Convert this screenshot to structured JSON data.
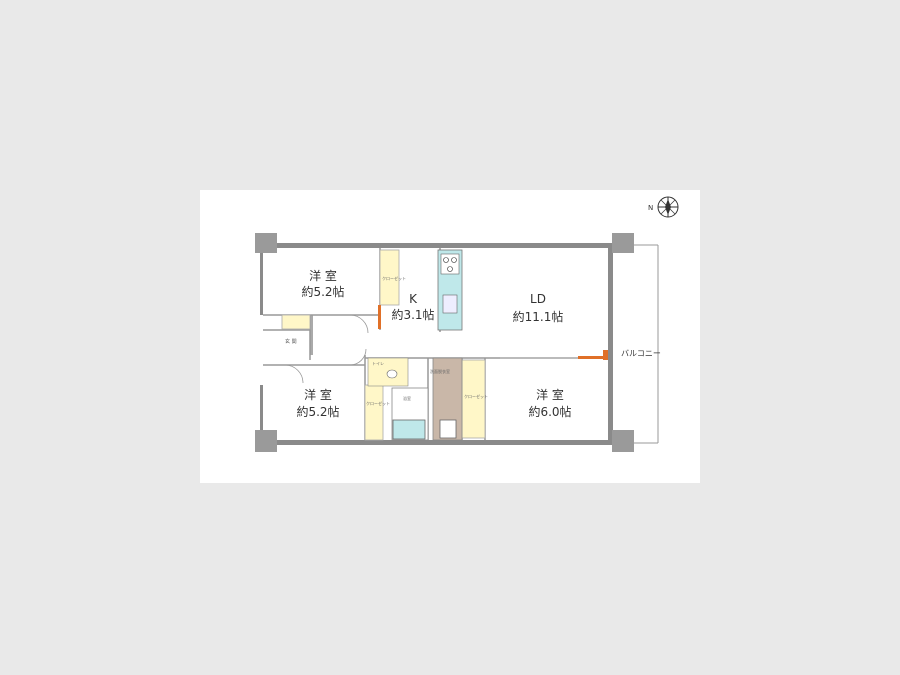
{
  "rooms": {
    "bedroom_nw": {
      "name": "洋 室",
      "size": "約5.2帖"
    },
    "kitchen": {
      "name": "K",
      "size": "約3.1帖"
    },
    "living": {
      "name": "LD",
      "size": "約11.1帖"
    },
    "bedroom_sw": {
      "name": "洋 室",
      "size": "約5.2帖"
    },
    "bedroom_se": {
      "name": "洋 室",
      "size": "約6.0帖"
    },
    "entrance": "玄 関",
    "toilet": "トイレ",
    "washroom": "洗面脱衣室",
    "bath": "浴室",
    "balcony": "バルコニー"
  },
  "closets": {
    "nw": "クローゼット",
    "sw": "クローゼット",
    "se": "クローゼット"
  },
  "compass": {
    "label": "N"
  },
  "colors": {
    "wall": "#8a8a8a",
    "column": "#9a9a9a",
    "closet": "#fff7c8",
    "kitchen_counter": "#bfe8ea",
    "washroom_floor": "#c9b7a8",
    "bath": "#bfe8ea",
    "door_accent": "#e07028"
  }
}
